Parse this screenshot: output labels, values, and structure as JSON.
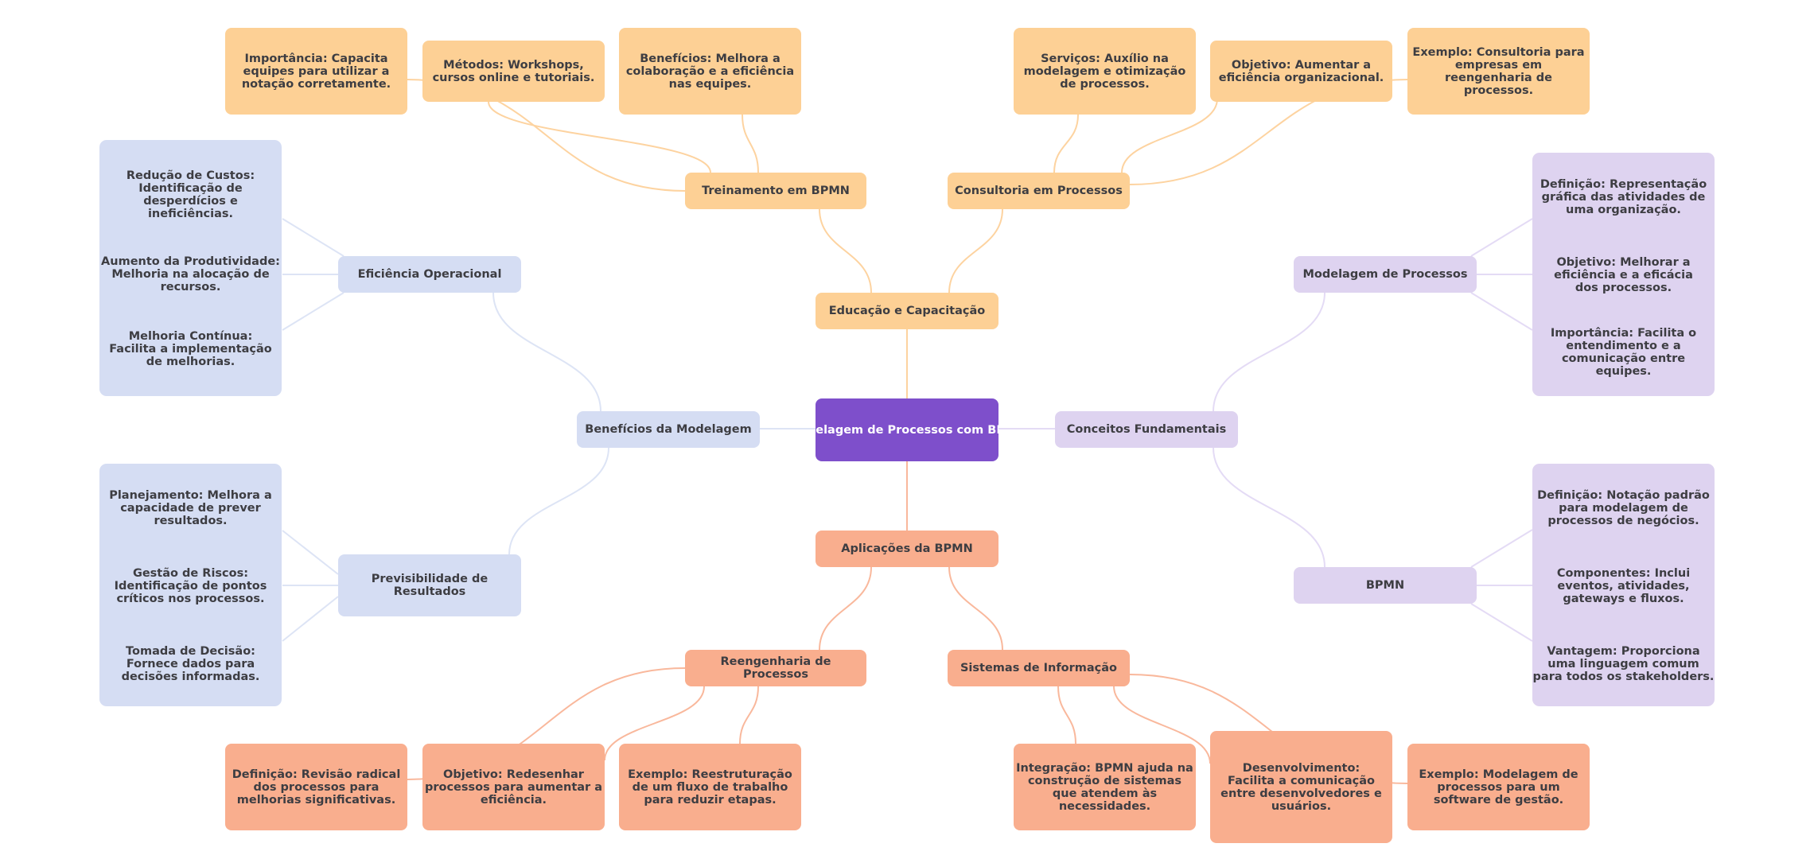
{
  "colors": {
    "root": "#7e4fcb",
    "education": "#fdd095",
    "applications": "#f9ae8e",
    "benefits": "#d5ddf3",
    "concepts": "#ded3f0",
    "edge_education": "#fdd3a0",
    "edge_applications": "#f9b89c",
    "edge_benefits": "#dde4f5",
    "edge_concepts": "#e4dbf5",
    "text": "#3d3d42"
  },
  "root": {
    "label": "Modelagem de Processos com BPMN"
  },
  "branches": {
    "education": {
      "label": "Educação e Capacitação",
      "training": {
        "label": "Treinamento em BPMN",
        "leaves": [
          "Importância: Capacita equipes para utilizar a notação corretamente.",
          "Métodos: Workshops, cursos online e tutoriais.",
          "Benefícios: Melhora a colaboração e a eficiência nas equipes."
        ]
      },
      "consulting": {
        "label": "Consultoria em Processos",
        "leaves": [
          "Serviços: Auxílio na modelagem e otimização de processos.",
          "Objetivo: Aumentar a eficiência organizacional.",
          "Exemplo: Consultoria para empresas em reengenharia de processos."
        ]
      }
    },
    "applications": {
      "label": "Aplicações da BPMN",
      "reengineering": {
        "label": "Reengenharia de Processos",
        "leaves": [
          "Definição: Revisão radical dos processos para melhorias significativas.",
          "Objetivo: Redesenhar processos para aumentar a eficiência.",
          "Exemplo: Reestruturação de um fluxo de trabalho para reduzir etapas."
        ]
      },
      "information_systems": {
        "label": "Sistemas de Informação",
        "leaves": [
          "Integração: BPMN ajuda na construção de sistemas que atendem às necessidades.",
          "Desenvolvimento: Facilita a comunicação entre desenvolvedores e usuários.",
          "Exemplo: Modelagem de processos para um software de gestão."
        ]
      }
    },
    "benefits": {
      "label": "Benefícios da Modelagem",
      "efficiency": {
        "label": "Eficiência Operacional",
        "leaves": [
          "Redução de Custos: Identificação de desperdícios e ineficiências.",
          "Aumento da Produtividade: Melhoria na alocação de recursos.",
          "Melhoria Contínua: Facilita a implementação de melhorias."
        ]
      },
      "predictability": {
        "label": "Previsibilidade de Resultados",
        "leaves": [
          "Planejamento: Melhora a capacidade de prever resultados.",
          "Gestão de Riscos: Identificação de pontos críticos nos processos.",
          "Tomada de Decisão: Fornece dados para decisões informadas."
        ]
      }
    },
    "concepts": {
      "label": "Conceitos Fundamentais",
      "process_modeling": {
        "label": "Modelagem de Processos",
        "leaves": [
          "Definição: Representação gráfica das atividades de uma organização.",
          "Objetivo: Melhorar a eficiência e a eficácia dos processos.",
          "Importância: Facilita o entendimento e a comunicação entre equipes."
        ]
      },
      "bpmn": {
        "label": "BPMN",
        "leaves": [
          "Definição: Notação padrão para modelagem de processos de negócios.",
          "Componentes: Inclui eventos, atividades, gateways e fluxos.",
          "Vantagem: Proporciona uma linguagem comum para todos os stakeholders."
        ]
      }
    }
  }
}
